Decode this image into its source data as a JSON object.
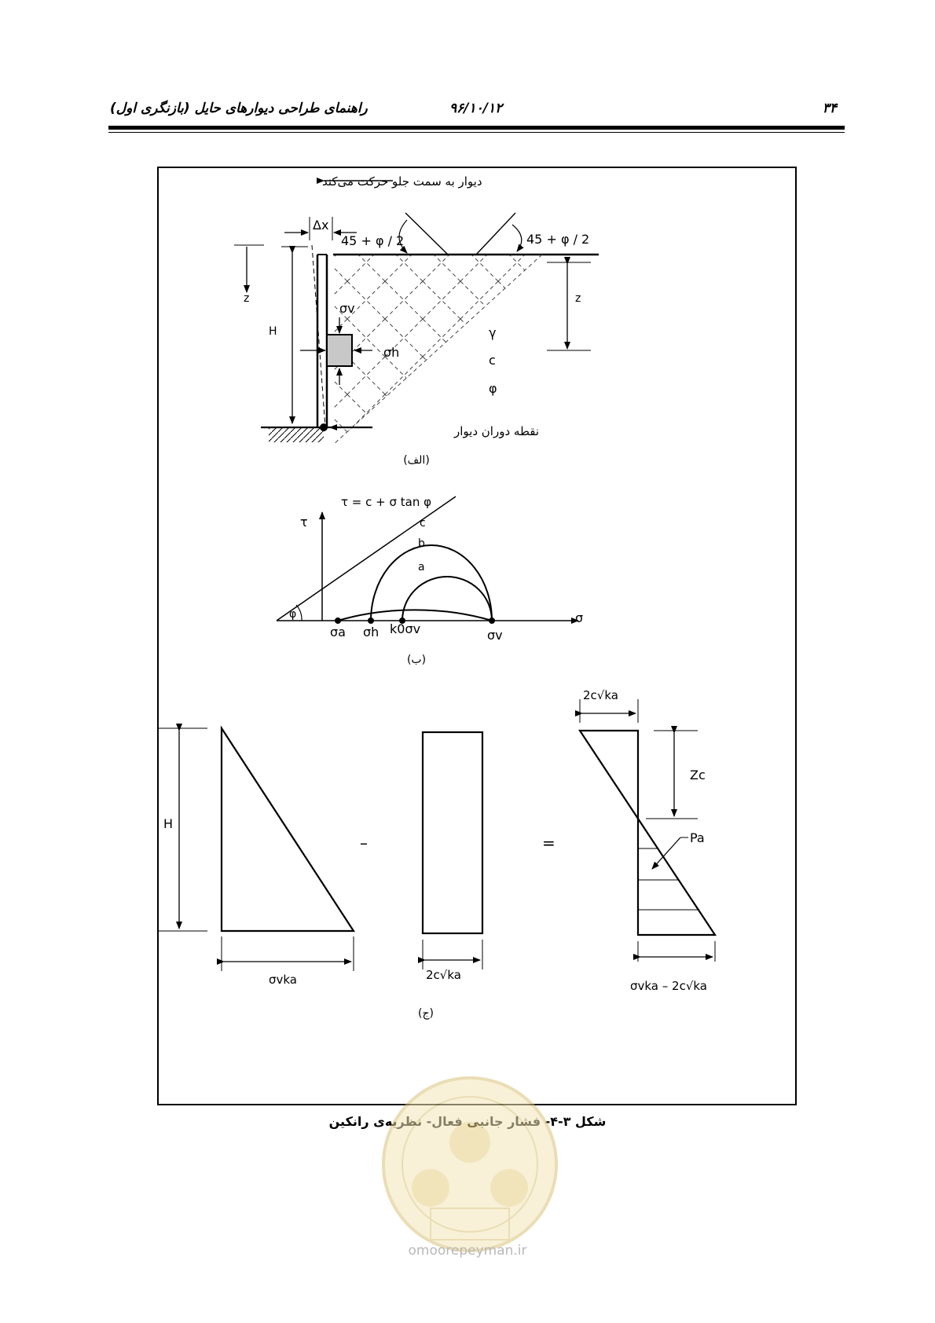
{
  "header": {
    "page_number": "۳۴",
    "date": "۹۶/۱۰/۱۲",
    "title": "راهنمای طراحی دیوارهای حایل (بازنگری اول)"
  },
  "figure": {
    "wall_motion_label": "دیوار به سمت جلو حرکت می‌کند",
    "delta_x": "Δx",
    "angle_left": "45 + φ / 2",
    "angle_right": "45 + φ / 2",
    "sigma_v": "σv",
    "sigma_h": "σh",
    "gamma": "γ",
    "c": "c",
    "phi": "φ",
    "pivot_label": "نقطه دوران دیوار",
    "part_a": "(الف)",
    "mohr_equation": "τ = c + σ tan φ",
    "tau": "τ",
    "sigma_axis": "σ",
    "circle_c": "c",
    "circle_b": "b",
    "circle_a": "a",
    "x_sigma_a": "σa",
    "x_sigma_h": "σh",
    "x_k0_sigma_v": "k0σv",
    "x_sigma_v": "σv",
    "phi_angle": "φ",
    "part_b": "(ب)",
    "H": "H",
    "minus": "–",
    "equals": "=",
    "label_sv_ka": "σvka",
    "label_2c_ka_mid": "2c√ka",
    "label_2c_ka_top": "2c√ka",
    "label_zc": "Zc",
    "label_pa": "Pa",
    "label_result": "σvka – 2c√ka",
    "part_c": "(ج)"
  },
  "caption": "شکل ۳-۴- فشار جانبی فعال- نظریه‌ی رانکین",
  "watermark_url": "omoorepeyman.ir"
}
